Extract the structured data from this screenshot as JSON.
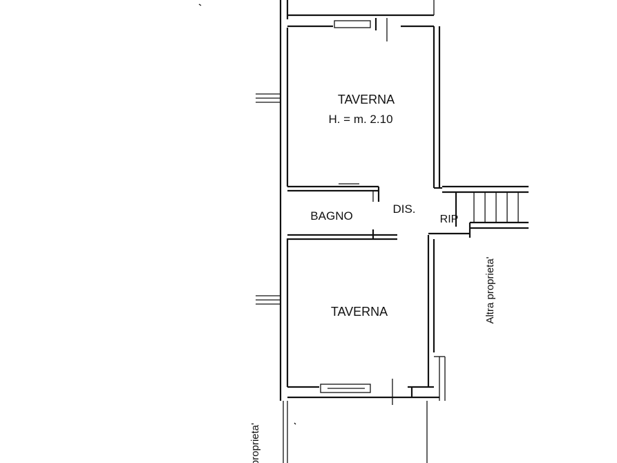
{
  "plan": {
    "rooms": [
      {
        "id": "taverna-upper",
        "name": "TAVERNA",
        "height_note": "H. = m. 2.10"
      },
      {
        "id": "bagno",
        "name": "BAGNO"
      },
      {
        "id": "dis",
        "name": "DIS."
      },
      {
        "id": "rip",
        "name": "RIP"
      },
      {
        "id": "taverna-lower",
        "name": "TAVERNA"
      }
    ],
    "annotations": {
      "right_property": "Altra proprieta'",
      "bottom_property": "proprieta'"
    }
  }
}
